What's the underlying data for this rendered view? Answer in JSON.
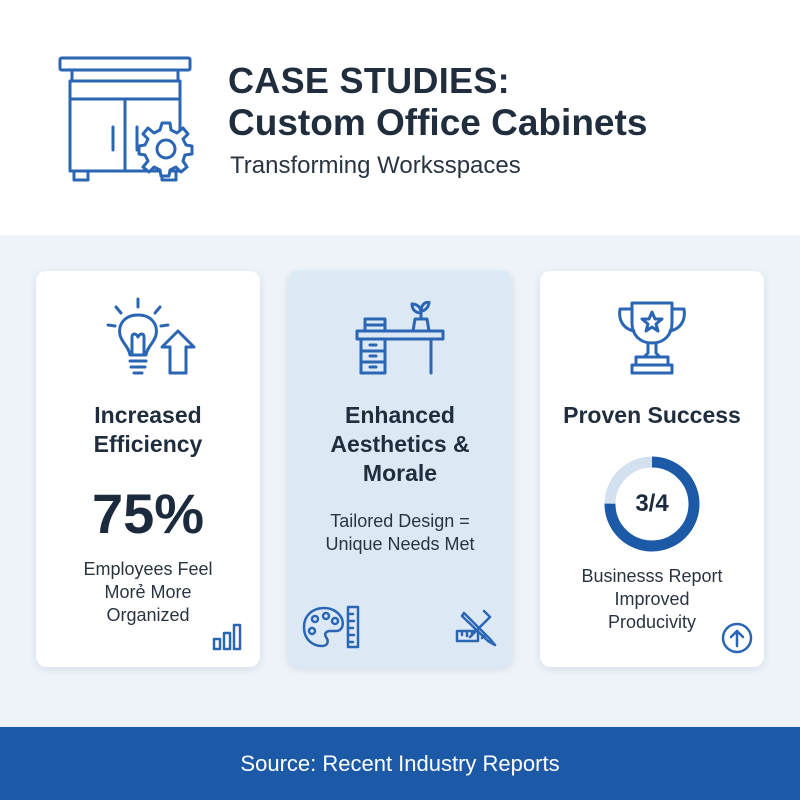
{
  "header": {
    "title_line1": "CASE STUDIES:",
    "title_line2": "Custom Office Cabinets",
    "subtitle": "Transforming Worksspaces",
    "icon": "cabinet-gear-icon"
  },
  "cards": [
    {
      "icon": "lightbulb-arrow-icon",
      "title_lines": [
        "Increased",
        "Efficiency"
      ],
      "stat": "75%",
      "text_lines": [
        "Employees Feel",
        "Morẻ More",
        "Organized"
      ],
      "corner_icon": "bar-chart-icon"
    },
    {
      "icon": "desk-plant-icon",
      "title_lines": [
        "Enhanced",
        "Aesthetics &",
        "Morale"
      ],
      "text_lines": [
        "Tailored Design =",
        "Unique Needs Met"
      ],
      "corner_icons": [
        "palette-ruler-icon",
        "pencil-ruler-icon"
      ]
    },
    {
      "icon": "trophy-icon",
      "title_lines": [
        "Proven Success"
      ],
      "ratio": "3/4",
      "ratio_value": 0.75,
      "text_lines": [
        "Businesss Report",
        "Improved",
        "Producivity"
      ],
      "corner_icon": "arrow-up-circle-icon"
    }
  ],
  "footer": {
    "source": "Source: Recent Industry Reports"
  },
  "colors": {
    "accent": "#1c5aa8",
    "icon_blue": "#2a66b3",
    "band_background": "#eef3f9",
    "highlight_card": "#dde8f5",
    "donut_track": "#d3e0f0",
    "text_dark": "#1f2d3d"
  }
}
